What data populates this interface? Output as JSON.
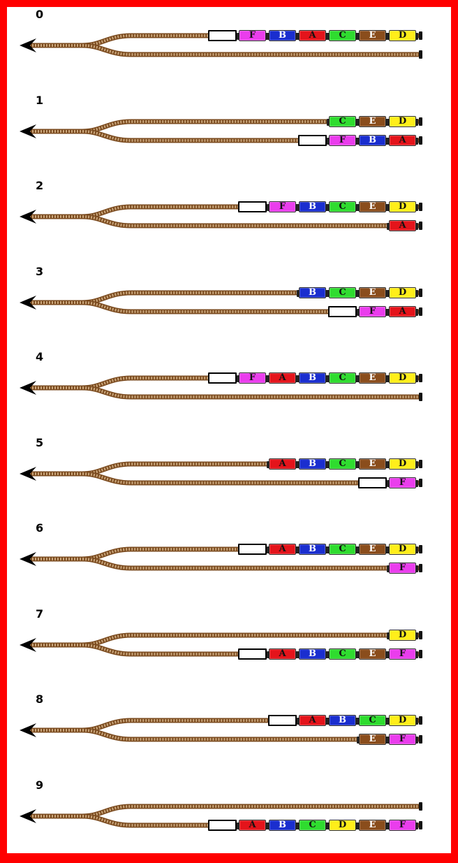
{
  "colors": {
    "border": "#ff0000",
    "A": "#e4141b",
    "B": "#1a2ecf",
    "C": "#2fdc2f",
    "D": "#ffee1a",
    "E": "#8a4d1c",
    "F": "#ea3ded",
    "rail": "#7a4a1e",
    "tie": "#c9a57a"
  },
  "text_colors": {
    "A": "#111111",
    "B": "#ffffff",
    "C": "#111111",
    "D": "#111111",
    "E": "#ffffff",
    "F": "#111111"
  },
  "steps": [
    {
      "label": "0",
      "upper": {
        "engine": true,
        "cars": [
          "F",
          "B",
          "A",
          "C",
          "E",
          "D"
        ]
      },
      "lower": {
        "engine": false,
        "cars": []
      }
    },
    {
      "label": "1",
      "upper": {
        "engine": false,
        "cars": [
          "C",
          "E",
          "D"
        ]
      },
      "lower": {
        "engine": true,
        "cars": [
          "F",
          "B",
          "A"
        ]
      }
    },
    {
      "label": "2",
      "upper": {
        "engine": true,
        "cars": [
          "F",
          "B",
          "C",
          "E",
          "D"
        ]
      },
      "lower": {
        "engine": false,
        "cars": [
          "A"
        ]
      }
    },
    {
      "label": "3",
      "upper": {
        "engine": false,
        "cars": [
          "B",
          "C",
          "E",
          "D"
        ]
      },
      "lower": {
        "engine": true,
        "cars": [
          "F",
          "A"
        ]
      }
    },
    {
      "label": "4",
      "upper": {
        "engine": true,
        "cars": [
          "F",
          "A",
          "B",
          "C",
          "E",
          "D"
        ]
      },
      "lower": {
        "engine": false,
        "cars": []
      }
    },
    {
      "label": "5",
      "upper": {
        "engine": false,
        "cars": [
          "A",
          "B",
          "C",
          "E",
          "D"
        ]
      },
      "lower": {
        "engine": true,
        "cars": [
          "F"
        ]
      }
    },
    {
      "label": "6",
      "upper": {
        "engine": true,
        "cars": [
          "A",
          "B",
          "C",
          "E",
          "D"
        ]
      },
      "lower": {
        "engine": false,
        "cars": [
          "F"
        ]
      }
    },
    {
      "label": "7",
      "upper": {
        "engine": false,
        "cars": [
          "D"
        ]
      },
      "lower": {
        "engine": true,
        "cars": [
          "A",
          "B",
          "C",
          "E",
          "F"
        ]
      }
    },
    {
      "label": "8",
      "upper": {
        "engine": true,
        "cars": [
          "A",
          "B",
          "C",
          "D"
        ]
      },
      "lower": {
        "engine": false,
        "cars": [
          "E",
          "F"
        ]
      }
    },
    {
      "label": "9",
      "upper": {
        "engine": false,
        "cars": []
      },
      "lower": {
        "engine": true,
        "cars": [
          "A",
          "B",
          "C",
          "D",
          "E",
          "F"
        ]
      }
    }
  ]
}
